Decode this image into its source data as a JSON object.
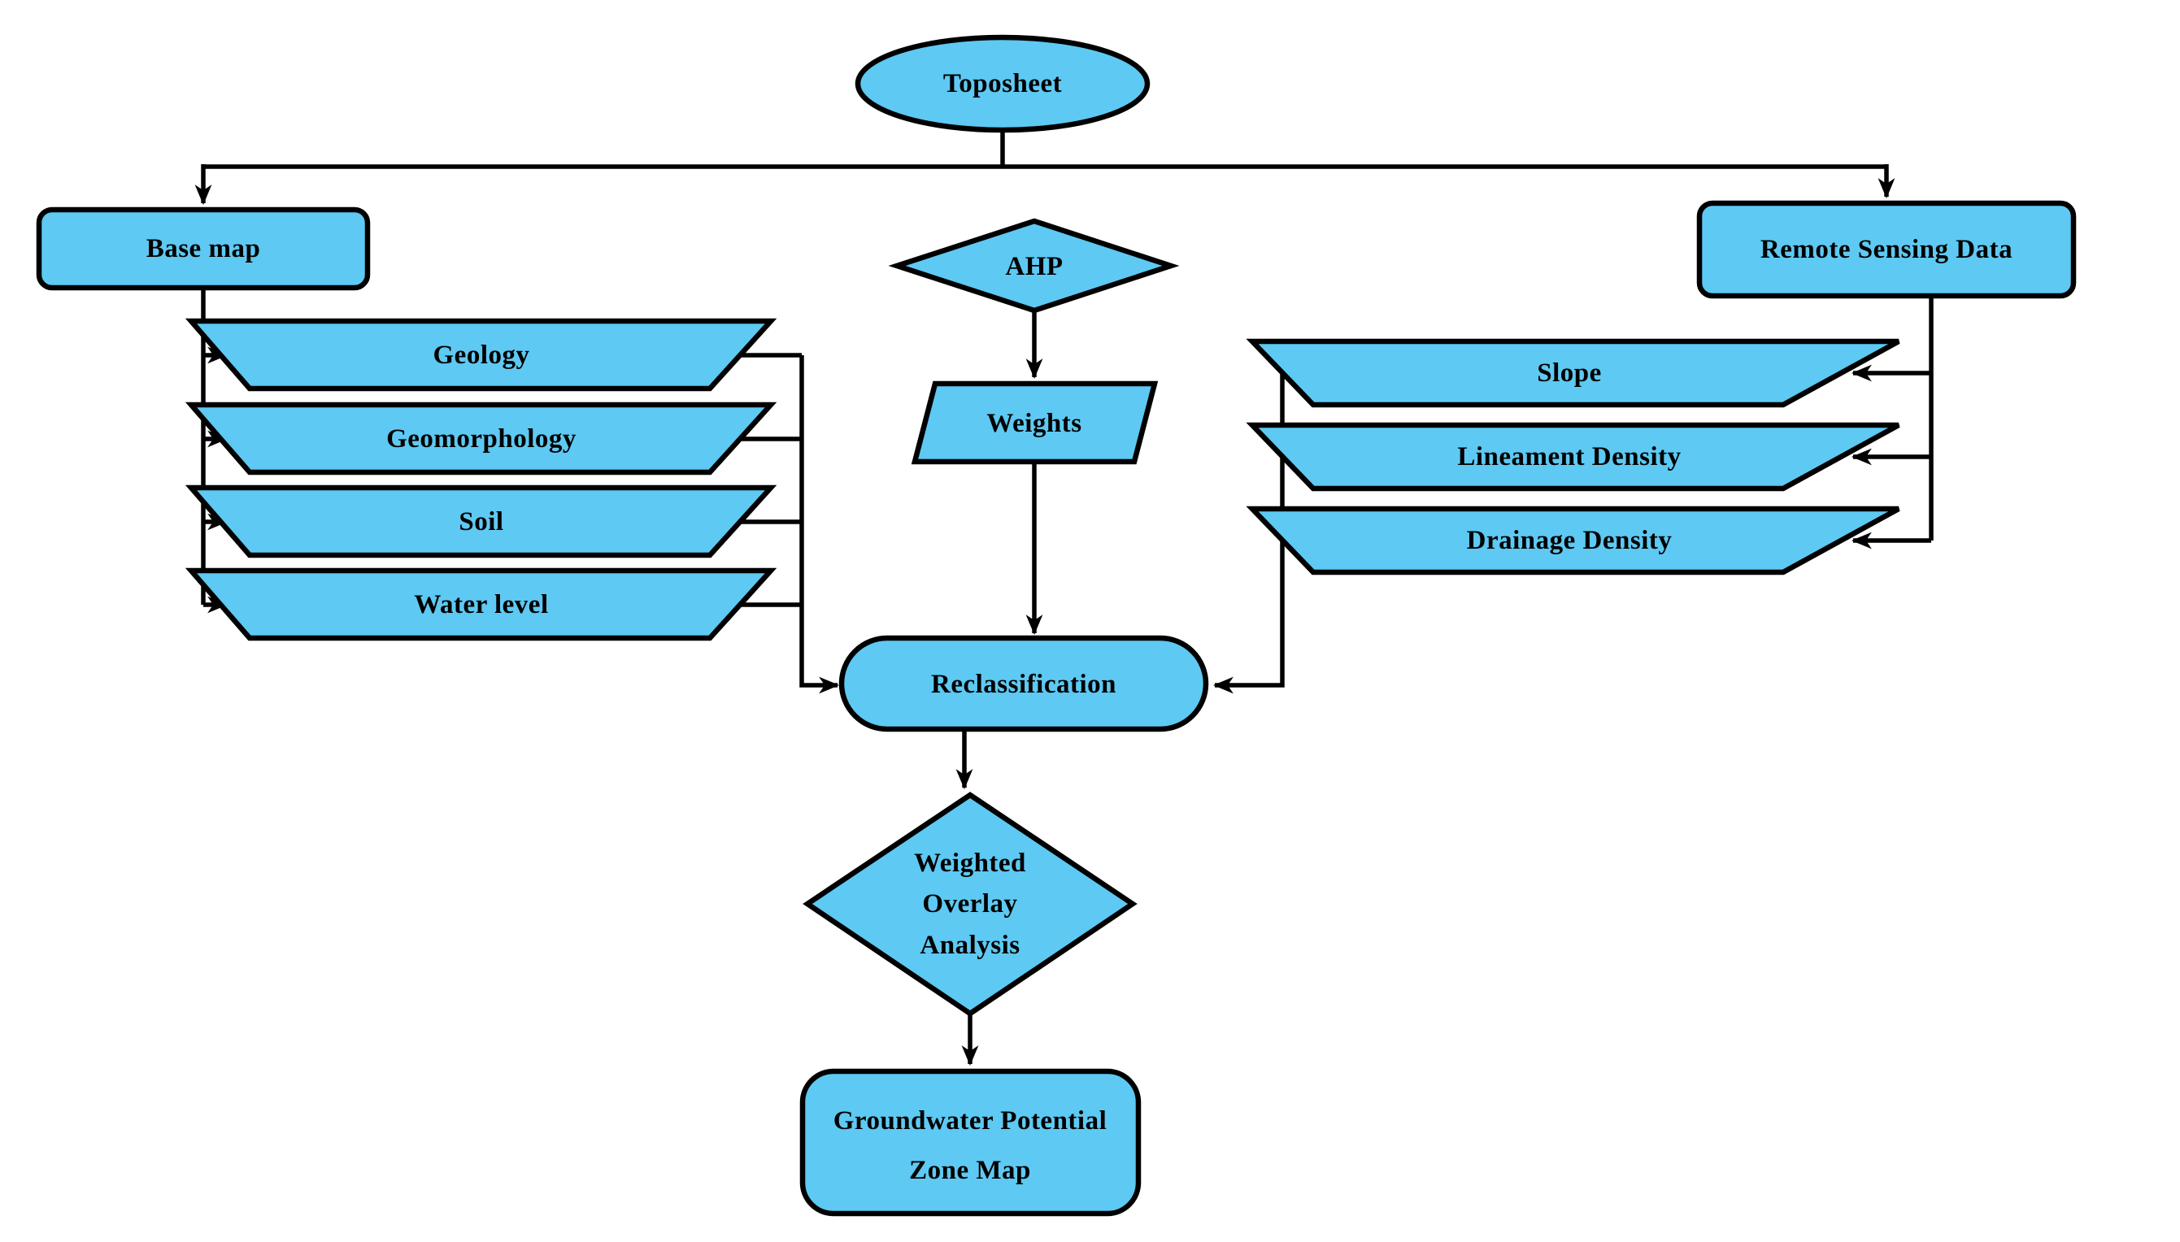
{
  "colors": {
    "node_fill": "#5EC9F2",
    "line": "#000000",
    "text": "#000000",
    "background": "#FFFFFF"
  },
  "nodes": {
    "toposheet": {
      "label": "Toposheet",
      "shape": "ellipse"
    },
    "base_map": {
      "label": "Base map",
      "shape": "rounded-rectangle"
    },
    "remote_sensing_data": {
      "label": "Remote Sensing Data",
      "shape": "rounded-rectangle"
    },
    "ahp": {
      "label": "AHP",
      "shape": "diamond"
    },
    "weights": {
      "label": "Weights",
      "shape": "parallelogram"
    },
    "reclassification": {
      "label": "Reclassification",
      "shape": "stadium"
    },
    "weighted_overlay_analysis": {
      "shape": "diamond",
      "lines": [
        "Weighted",
        "Overlay",
        "Analysis"
      ]
    },
    "groundwater_potential_zone_map": {
      "shape": "rounded-rectangle",
      "lines": [
        "Groundwater Potential",
        "Zone Map"
      ]
    },
    "base_map_layers": [
      {
        "label": "Geology",
        "shape": "trapezoid"
      },
      {
        "label": "Geomorphology",
        "shape": "trapezoid"
      },
      {
        "label": "Soil",
        "shape": "trapezoid"
      },
      {
        "label": "Water level",
        "shape": "trapezoid"
      }
    ],
    "remote_sensing_layers": [
      {
        "label": "Slope",
        "shape": "trapezoid"
      },
      {
        "label": "Lineament Density",
        "shape": "trapezoid"
      },
      {
        "label": "Drainage Density",
        "shape": "trapezoid"
      }
    ]
  }
}
